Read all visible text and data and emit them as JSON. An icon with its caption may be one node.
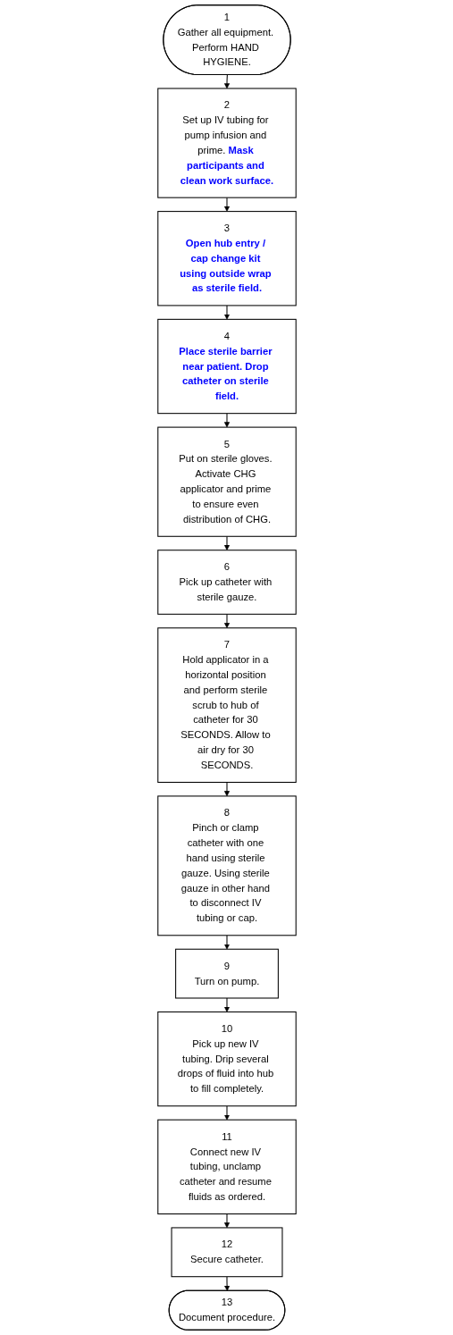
{
  "diagram": {
    "nodes": [
      {
        "text": [
          "1",
          "Gather all equipment. Perform HAND HYGIENE."
        ]
      },
      {
        "text": [
          "2",
          "Set up IV tubing for pump infusion and prime. **Mask participants and clean work surface.**"
        ]
      },
      {
        "text": [
          "3",
          "**Open hub entry / cap change kit using outside wrap as sterile field.**"
        ]
      },
      {
        "text": [
          "4",
          "**Place sterile barrier near patient. Drop catheter on sterile field.**"
        ]
      },
      {
        "text": [
          "5",
          "Put on sterile gloves. Activate CHG applicator and prime to ensure even distribution of CHG."
        ]
      },
      {
        "text": [
          "6",
          "Pick up catheter with sterile gauze."
        ]
      },
      {
        "text": [
          "7",
          "Hold applicator in a horizontal position and perform sterile scrub to hub of catheter for 30 SECONDS. Allow to air dry for 30 SECONDS."
        ]
      },
      {
        "text": [
          "8",
          "Pinch or clamp catheter with one hand using sterile gauze. Using sterile gauze in other hand to disconnect IV tubing or cap."
        ]
      },
      {
        "text": [
          "9",
          "Turn on pump."
        ]
      },
      {
        "text": [
          "10",
          "Pick up new IV tubing. Drip several drops of fluid into hub to fill completely."
        ]
      },
      {
        "text": [
          "11",
          "Connect new IV tubing, unclamp catheter and resume fluids as ordered."
        ]
      },
      {
        "text": [
          "12",
          "Secure catheter."
        ]
      },
      {
        "text": [
          "13",
          "Document procedure."
        ]
      }
    ],
    "edges": [
      {
        "from": 0,
        "to": 1,
        "arrow": "to"
      },
      {
        "from": 1,
        "to": 2,
        "arrow": "to"
      },
      {
        "from": 2,
        "to": 3,
        "arrow": "to"
      },
      {
        "from": 3,
        "to": 4,
        "arrow": "to"
      },
      {
        "from": 4,
        "to": 5,
        "arrow": "to"
      },
      {
        "from": 5,
        "to": 6,
        "arrow": "to"
      },
      {
        "from": 6,
        "to": 7,
        "arrow": "to"
      },
      {
        "from": 7,
        "to": 8,
        "arrow": "to"
      },
      {
        "from": 8,
        "to": 9,
        "arrow": "to"
      },
      {
        "from": 9,
        "to": 10,
        "arrow": "to"
      },
      {
        "from": 10,
        "to": 11,
        "arrow": "to"
      },
      {
        "from": 11,
        "to": 12,
        "arrow": "to"
      }
    ]
  }
}
